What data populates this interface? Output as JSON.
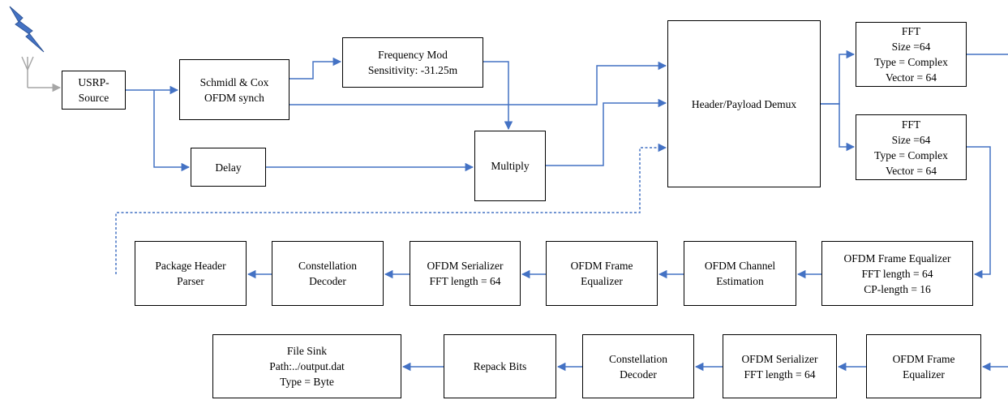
{
  "colors": {
    "wire": "#4472C4",
    "antenna": "#a6a6a6",
    "bolt": "#4472C4",
    "border": "#000000"
  },
  "icons": {
    "antenna": "antenna-icon",
    "signal": "lightning-bolt-icon"
  },
  "blocks": {
    "usrp_source": [
      "USRP-",
      "Source"
    ],
    "schmidl_cox": [
      "Schmidl & Cox",
      "OFDM synch"
    ],
    "freq_mod": [
      "Frequency Mod",
      "Sensitivity: -31.25m"
    ],
    "delay": [
      "Delay"
    ],
    "multiply": [
      "Multiply"
    ],
    "header_payload_demux": [
      "Header/Payload Demux"
    ],
    "fft_header": [
      "FFT",
      "Size =64",
      "Type = Complex",
      "Vector = 64"
    ],
    "fft_payload": [
      "FFT",
      "Size =64",
      "Type = Complex",
      "Vector = 64"
    ],
    "frame_equalizer_header": [
      "OFDM Frame Equalizer",
      "FFT length = 64",
      "CP-length = 16"
    ],
    "channel_estimation": [
      "OFDM Channel",
      "Estimation"
    ],
    "frame_equalizer_2": [
      "OFDM Frame",
      "Equalizer"
    ],
    "serializer_header": [
      "OFDM Serializer",
      "FFT length = 64"
    ],
    "constellation_decoder_header": [
      "Constellation",
      "Decoder"
    ],
    "packet_header_parser": [
      "Package Header",
      "Parser"
    ],
    "frame_equalizer_payload": [
      "OFDM Frame",
      "Equalizer"
    ],
    "serializer_payload": [
      "OFDM Serializer",
      "FFT length = 64"
    ],
    "constellation_decoder_payload": [
      "Constellation",
      "Decoder"
    ],
    "repack_bits": [
      "Repack Bits"
    ],
    "file_sink": [
      "File Sink",
      "Path:../output.dat",
      "Type = Byte"
    ]
  }
}
